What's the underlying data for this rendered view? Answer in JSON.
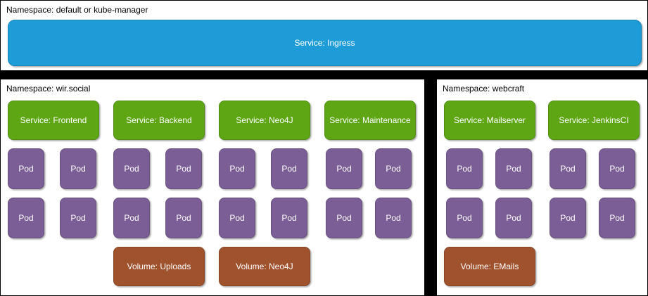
{
  "colors": {
    "ingress": "#1E9CD7",
    "service": "#5EA614",
    "pod": "#7A5E95",
    "volume": "#A0522D",
    "background": "#FFFFFF",
    "separator": "#000000"
  },
  "namespaces": [
    {
      "id": "top",
      "label": "Namespace: default or kube-manager",
      "ingress": {
        "label": "Service: Ingress"
      },
      "columns": []
    },
    {
      "id": "left",
      "label": "Namespace: wir.social",
      "columns": [
        {
          "service": "Service: Frontend",
          "pods": [
            "Pod",
            "Pod",
            "Pod",
            "Pod"
          ],
          "volume": null
        },
        {
          "service": "Service: Backend",
          "pods": [
            "Pod",
            "Pod",
            "Pod",
            "Pod"
          ],
          "volume": "Volume: Uploads"
        },
        {
          "service": "Service: Neo4J",
          "pods": [
            "Pod",
            "Pod",
            "Pod",
            "Pod"
          ],
          "volume": "Volume: Neo4J"
        },
        {
          "service": "Service: Maintenance",
          "pods": [
            "Pod",
            "Pod",
            "Pod",
            "Pod"
          ],
          "volume": null
        }
      ]
    },
    {
      "id": "right",
      "label": "Namespace: webcraft",
      "columns": [
        {
          "service": "Service: Mailserver",
          "pods": [
            "Pod",
            "Pod",
            "Pod",
            "Pod"
          ],
          "volume": "Volume: EMails"
        },
        {
          "service": "Service: JenkinsCI",
          "pods": [
            "Pod",
            "Pod",
            "Pod",
            "Pod"
          ],
          "volume": null
        }
      ]
    }
  ]
}
